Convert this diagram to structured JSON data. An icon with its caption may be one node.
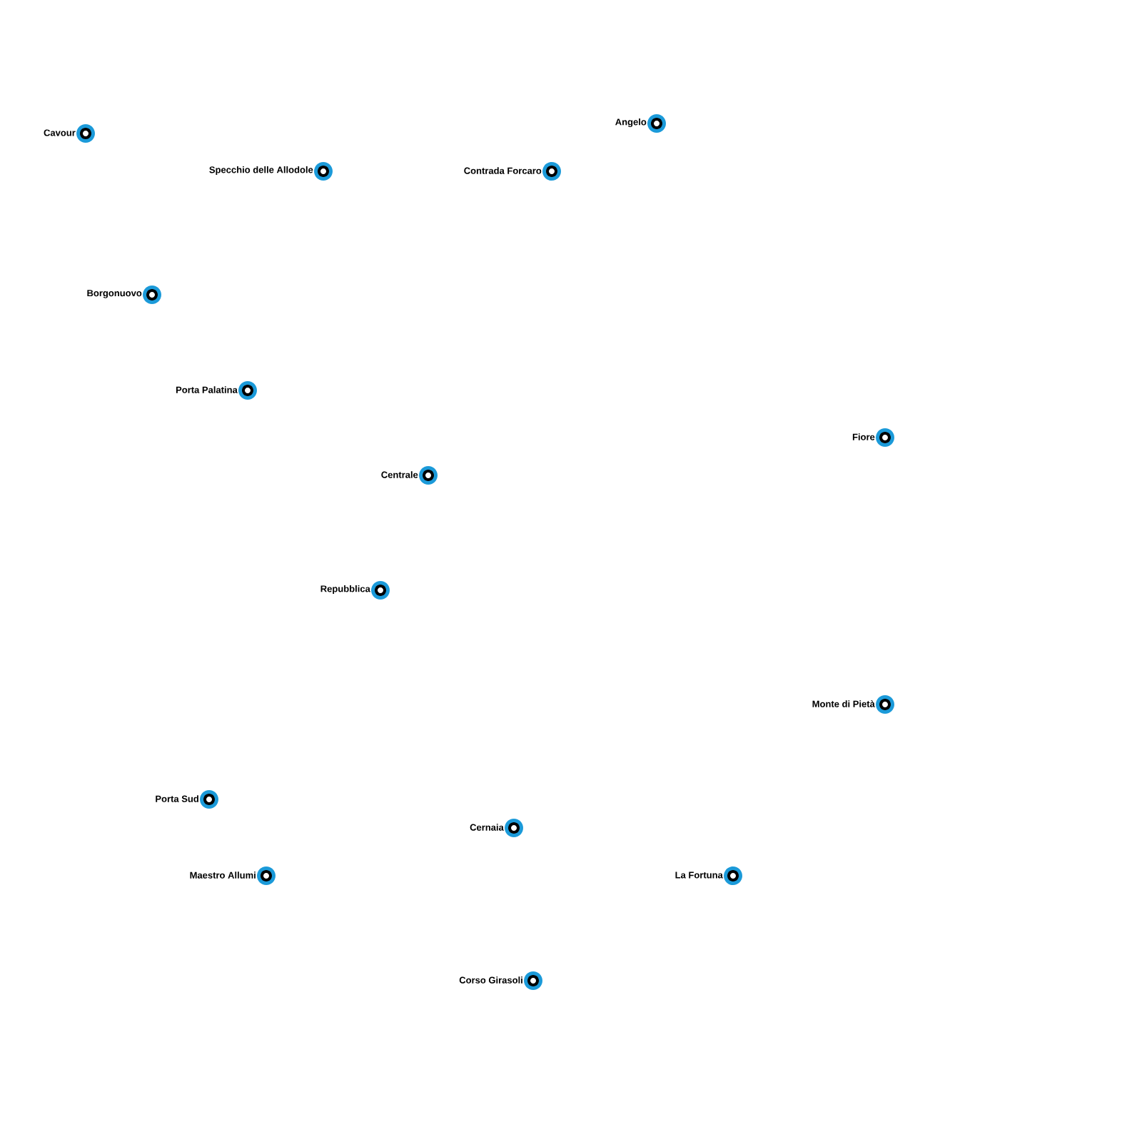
{
  "diagram": {
    "nodes": [
      {
        "text": [],
        "shape": "circle",
        "beside": [
          "Angelo"
        ]
      },
      {
        "text": [],
        "shape": "circle",
        "beside": [
          "Cavour"
        ]
      },
      {
        "text": [],
        "shape": "circle",
        "beside": [
          "Specchio delle Allodole"
        ]
      },
      {
        "text": [],
        "shape": "circle",
        "beside": [
          "Contrada Forcaro"
        ]
      },
      {
        "text": [],
        "shape": "circle",
        "beside": [
          "Borgonuovo"
        ]
      },
      {
        "text": [],
        "shape": "circle",
        "beside": [
          "Porta Palatina"
        ]
      },
      {
        "text": [],
        "shape": "circle",
        "beside": [
          "Fiore"
        ]
      },
      {
        "text": [],
        "shape": "circle",
        "beside": [
          "Centrale"
        ]
      },
      {
        "text": [],
        "shape": "circle",
        "beside": [
          "Repubblica"
        ]
      },
      {
        "text": [],
        "shape": "circle",
        "beside": [
          "Monte di Pietà"
        ]
      },
      {
        "text": [],
        "shape": "circle",
        "beside": [
          "Porta Sud"
        ]
      },
      {
        "text": [],
        "shape": "circle",
        "beside": [
          "Cernaia"
        ]
      },
      {
        "text": [],
        "shape": "circle",
        "beside": [
          "Maestro Allumi"
        ]
      },
      {
        "text": [],
        "shape": "circle",
        "beside": [
          "La Fortuna"
        ]
      },
      {
        "text": [],
        "shape": "circle",
        "beside": [
          "Corso Girasoli"
        ]
      }
    ]
  }
}
